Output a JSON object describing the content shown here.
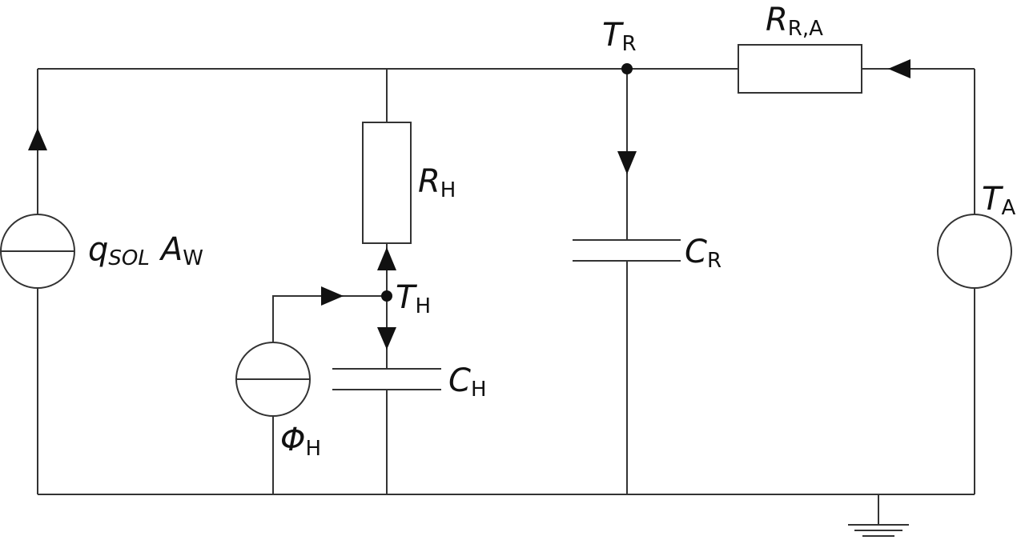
{
  "labels": {
    "T_R": {
      "main": "T",
      "sub": "R"
    },
    "R_RA": {
      "main": "R",
      "sub": "R,A"
    },
    "R_H": {
      "main": "R",
      "sub": "H"
    },
    "T_A": {
      "main": "T",
      "sub": "A"
    },
    "C_R": {
      "main": "C",
      "sub": "R"
    },
    "T_H": {
      "main": "T",
      "sub": "H"
    },
    "C_H": {
      "main": "C",
      "sub": "H"
    },
    "Phi_H": {
      "main": "Φ",
      "sub": "H"
    },
    "qsol": {
      "q": "q",
      "qsub": "SOL",
      "a": "A",
      "asub": "W"
    }
  }
}
